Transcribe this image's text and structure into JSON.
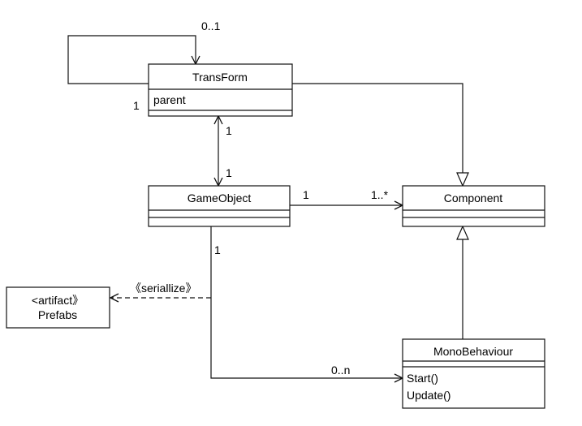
{
  "classes": {
    "transform": {
      "name": "TransForm",
      "attributes": [
        "parent"
      ]
    },
    "gameobject": {
      "name": "GameObject"
    },
    "component": {
      "name": "Component"
    },
    "monobehaviour": {
      "name": "MonoBehaviour",
      "methods": [
        "Start()",
        "Update()"
      ]
    }
  },
  "artifact": {
    "stereotype": "<artifact》",
    "name": "Prefabs"
  },
  "relations": {
    "transform_self": {
      "source_mult": "1",
      "target_mult": "0..1"
    },
    "transform_gameobject": {
      "transform_mult": "1",
      "gameobject_mult": "1"
    },
    "gameobject_component": {
      "source_mult": "1",
      "target_mult": "1..*"
    },
    "gameobject_monobehaviour": {
      "source_mult": "1",
      "target_mult": "0..n"
    },
    "serialize": {
      "label": "《seriallize》"
    }
  }
}
